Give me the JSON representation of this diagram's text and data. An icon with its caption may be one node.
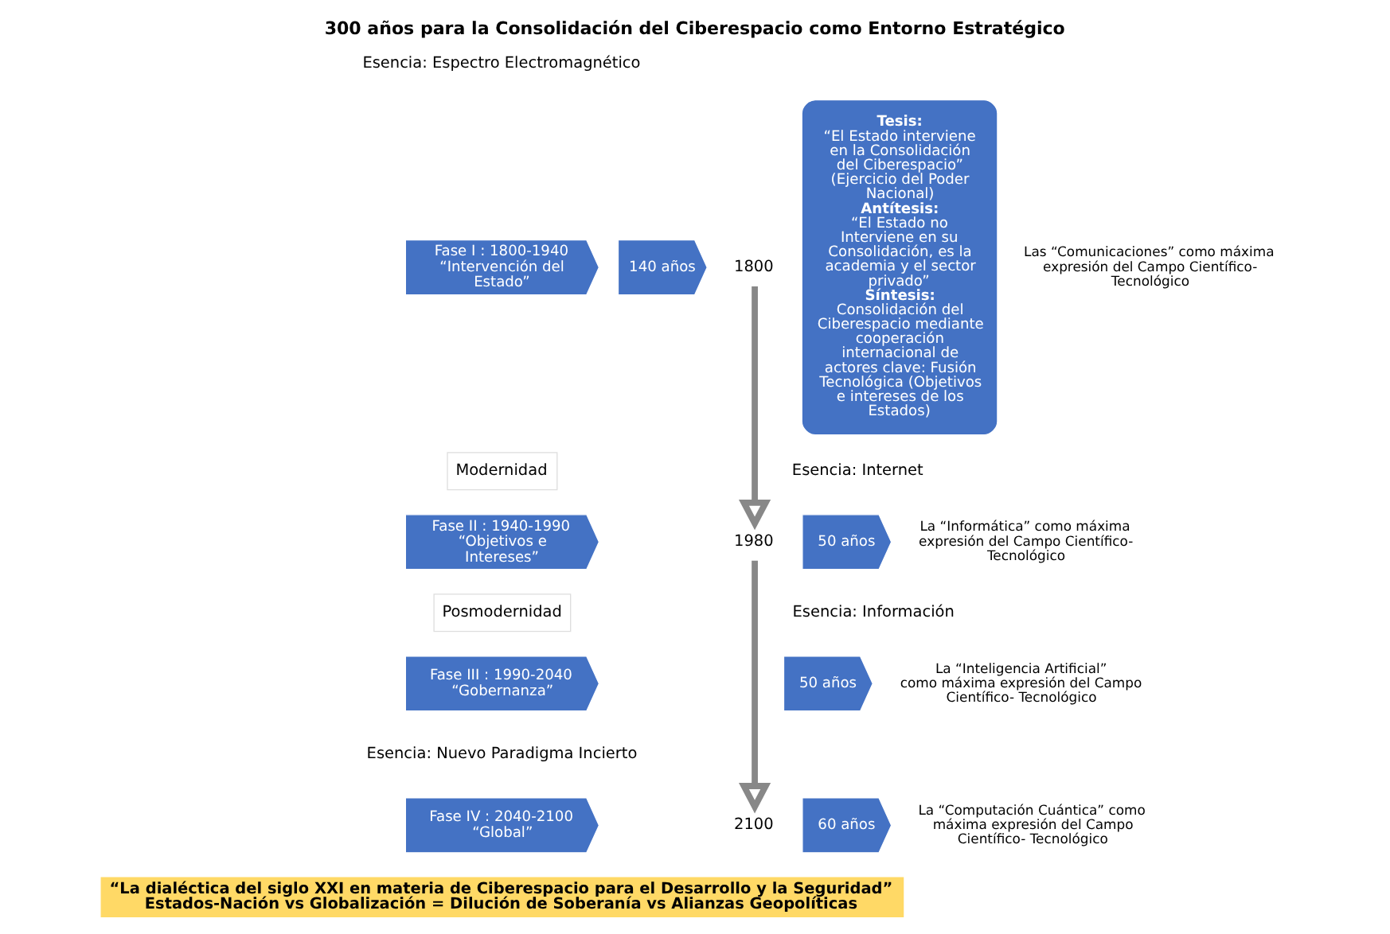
{
  "diagram": {
    "title": "300 años para la Consolidación del Ciberespacio como Entorno Estratégico",
    "caption": "“La dialéctica del siglo XXI en materia de Ciberespacio para el Desarrollo y la Seguridad” Estados-Nación vs Globalización = Dilución de Soberanía vs Alianzas Geopolíticas",
    "nodes": [
      {
        "text": [
          "Fase I : 1800-1940 “Intervención del Estado”"
        ]
      },
      {
        "text": [
          "140 años"
        ]
      },
      {
        "text": [
          "1800"
        ]
      },
      {
        "text": [
          "Modernidad"
        ]
      },
      {
        "text": [
          "Fase II : 1940-1990 “Objetivos e Intereses”"
        ]
      },
      {
        "text": [
          "50 años"
        ]
      },
      {
        "text": [
          "1980"
        ]
      },
      {
        "text": [
          "Posmodernidad"
        ]
      },
      {
        "text": [
          "Fase III : 1990-2040 “Gobernanza”"
        ]
      },
      {
        "text": [
          "50 años"
        ]
      },
      {
        "text": [
          "Fase IV : 2040-2100 “Global”"
        ]
      },
      {
        "text": [
          "60 años"
        ]
      },
      {
        "text": [
          "2100"
        ]
      },
      {
        "text": [
          "Tesis:",
          "“El Estado interviene en la Consolidación del Ciberespacio” (Ejercicio del Poder Nacional)",
          "Antítesis:",
          "“El Estado no Interviene en su Consolidación, es la academia y el sector privado”",
          "Síntesis:",
          "Consolidación del Ciberespacio mediante cooperación internacional de actores clave: Fusión Tecnológica (Objetivos e intereses de los Estados)"
        ]
      }
    ],
    "edges": [
      {
        "from": 2,
        "to": 6,
        "arrow": "to"
      },
      {
        "from": 6,
        "to": 12,
        "arrow": "to"
      }
    ],
    "labels": [
      "Esencia: Espectro Electromagnético",
      "Las “Comunicaciones” como máxima expresión del Campo Científico- Tecnológico",
      "Esencia: Internet",
      "La “Informática” como máxima expresión del Campo Científico- Tecnológico",
      "Esencia: Información",
      "La “Inteligencia Artificial” como máxima expresión del Campo Científico- Tecnológico",
      "Esencia: Nuevo Paradigma Incierto",
      "La “Computación Cuántica” como máxima expresión del Campo Científico- Tecnológico"
    ]
  }
}
